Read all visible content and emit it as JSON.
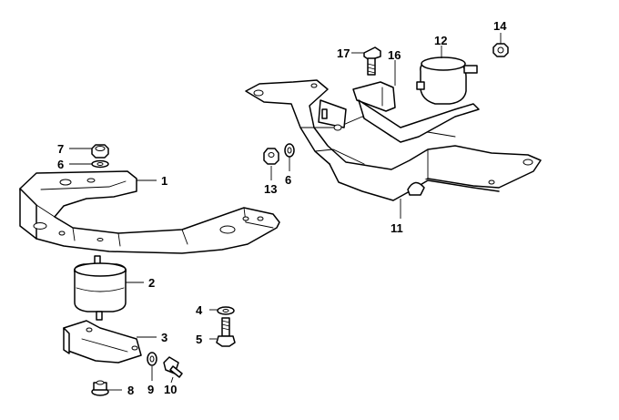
{
  "callouts": [
    {
      "id": "p1",
      "label": "1"
    },
    {
      "id": "p2",
      "label": "2"
    },
    {
      "id": "p3",
      "label": "3"
    },
    {
      "id": "p4",
      "label": "4"
    },
    {
      "id": "p5",
      "label": "5"
    },
    {
      "id": "p6a",
      "label": "6"
    },
    {
      "id": "p6b",
      "label": "6"
    },
    {
      "id": "p7",
      "label": "7"
    },
    {
      "id": "p8",
      "label": "8"
    },
    {
      "id": "p9",
      "label": "9"
    },
    {
      "id": "p10",
      "label": "10"
    },
    {
      "id": "p11",
      "label": "11"
    },
    {
      "id": "p12",
      "label": "12"
    },
    {
      "id": "p13",
      "label": "13"
    },
    {
      "id": "p14",
      "label": "14"
    },
    {
      "id": "p16",
      "label": "16"
    },
    {
      "id": "p17",
      "label": "17"
    }
  ]
}
